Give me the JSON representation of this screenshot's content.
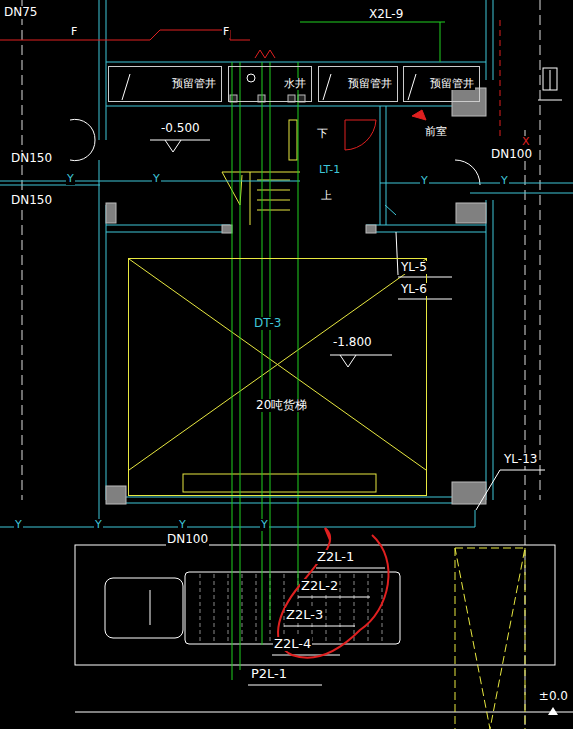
{
  "diagram": {
    "nodes": [
      {
        "text": [
          "预留管井"
        ]
      },
      {
        "text": [
          "水井"
        ]
      },
      {
        "text": [
          "预留管井"
        ]
      },
      {
        "text": [
          "预留管井"
        ]
      },
      {
        "text": [
          "DT-3",
          "20吨货梯"
        ]
      }
    ],
    "labels": [
      "DN75",
      "F",
      "F",
      "X2L-9",
      "-0.500",
      "下",
      "LT-1",
      "上",
      "DN150",
      "DN150",
      "前室",
      "DN100",
      "YL-5",
      "YL-6",
      "-1.800",
      "YL-13",
      "DN100",
      "Z2L-1",
      "Z2L-2",
      "Z2L-3",
      "Z2L-4",
      "P2L-1",
      "±0.0",
      "Y",
      "Y",
      "Y",
      "Y",
      "Y",
      "Y",
      "Y",
      "Y",
      "X"
    ]
  }
}
